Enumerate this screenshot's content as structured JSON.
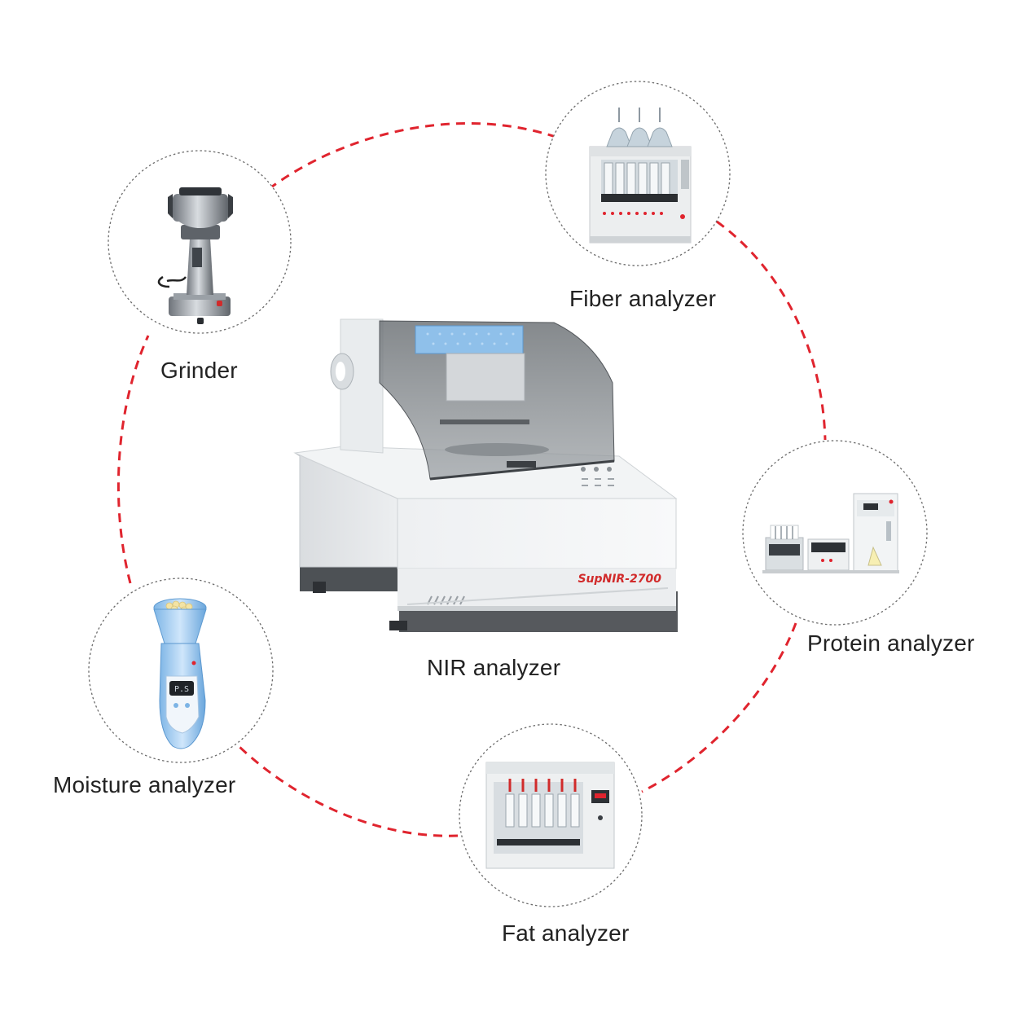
{
  "accent_color": "#e0242e",
  "center": {
    "label": "NIR analyzer",
    "model_text": "SupNIR-2700",
    "icon": "nir-analyzer-instrument"
  },
  "satellites": [
    {
      "id": "grinder",
      "label": "Grinder",
      "icon": "grinder-instrument"
    },
    {
      "id": "fiber",
      "label": "Fiber analyzer",
      "icon": "fiber-analyzer-instrument"
    },
    {
      "id": "protein",
      "label": "Protein analyzer",
      "icon": "protein-analyzer-instrument"
    },
    {
      "id": "fat",
      "label": "Fat analyzer",
      "icon": "fat-analyzer-instrument"
    },
    {
      "id": "moisture",
      "label": "Moisture analyzer",
      "icon": "moisture-analyzer-instrument"
    }
  ],
  "moisture_display_text": "P.S"
}
